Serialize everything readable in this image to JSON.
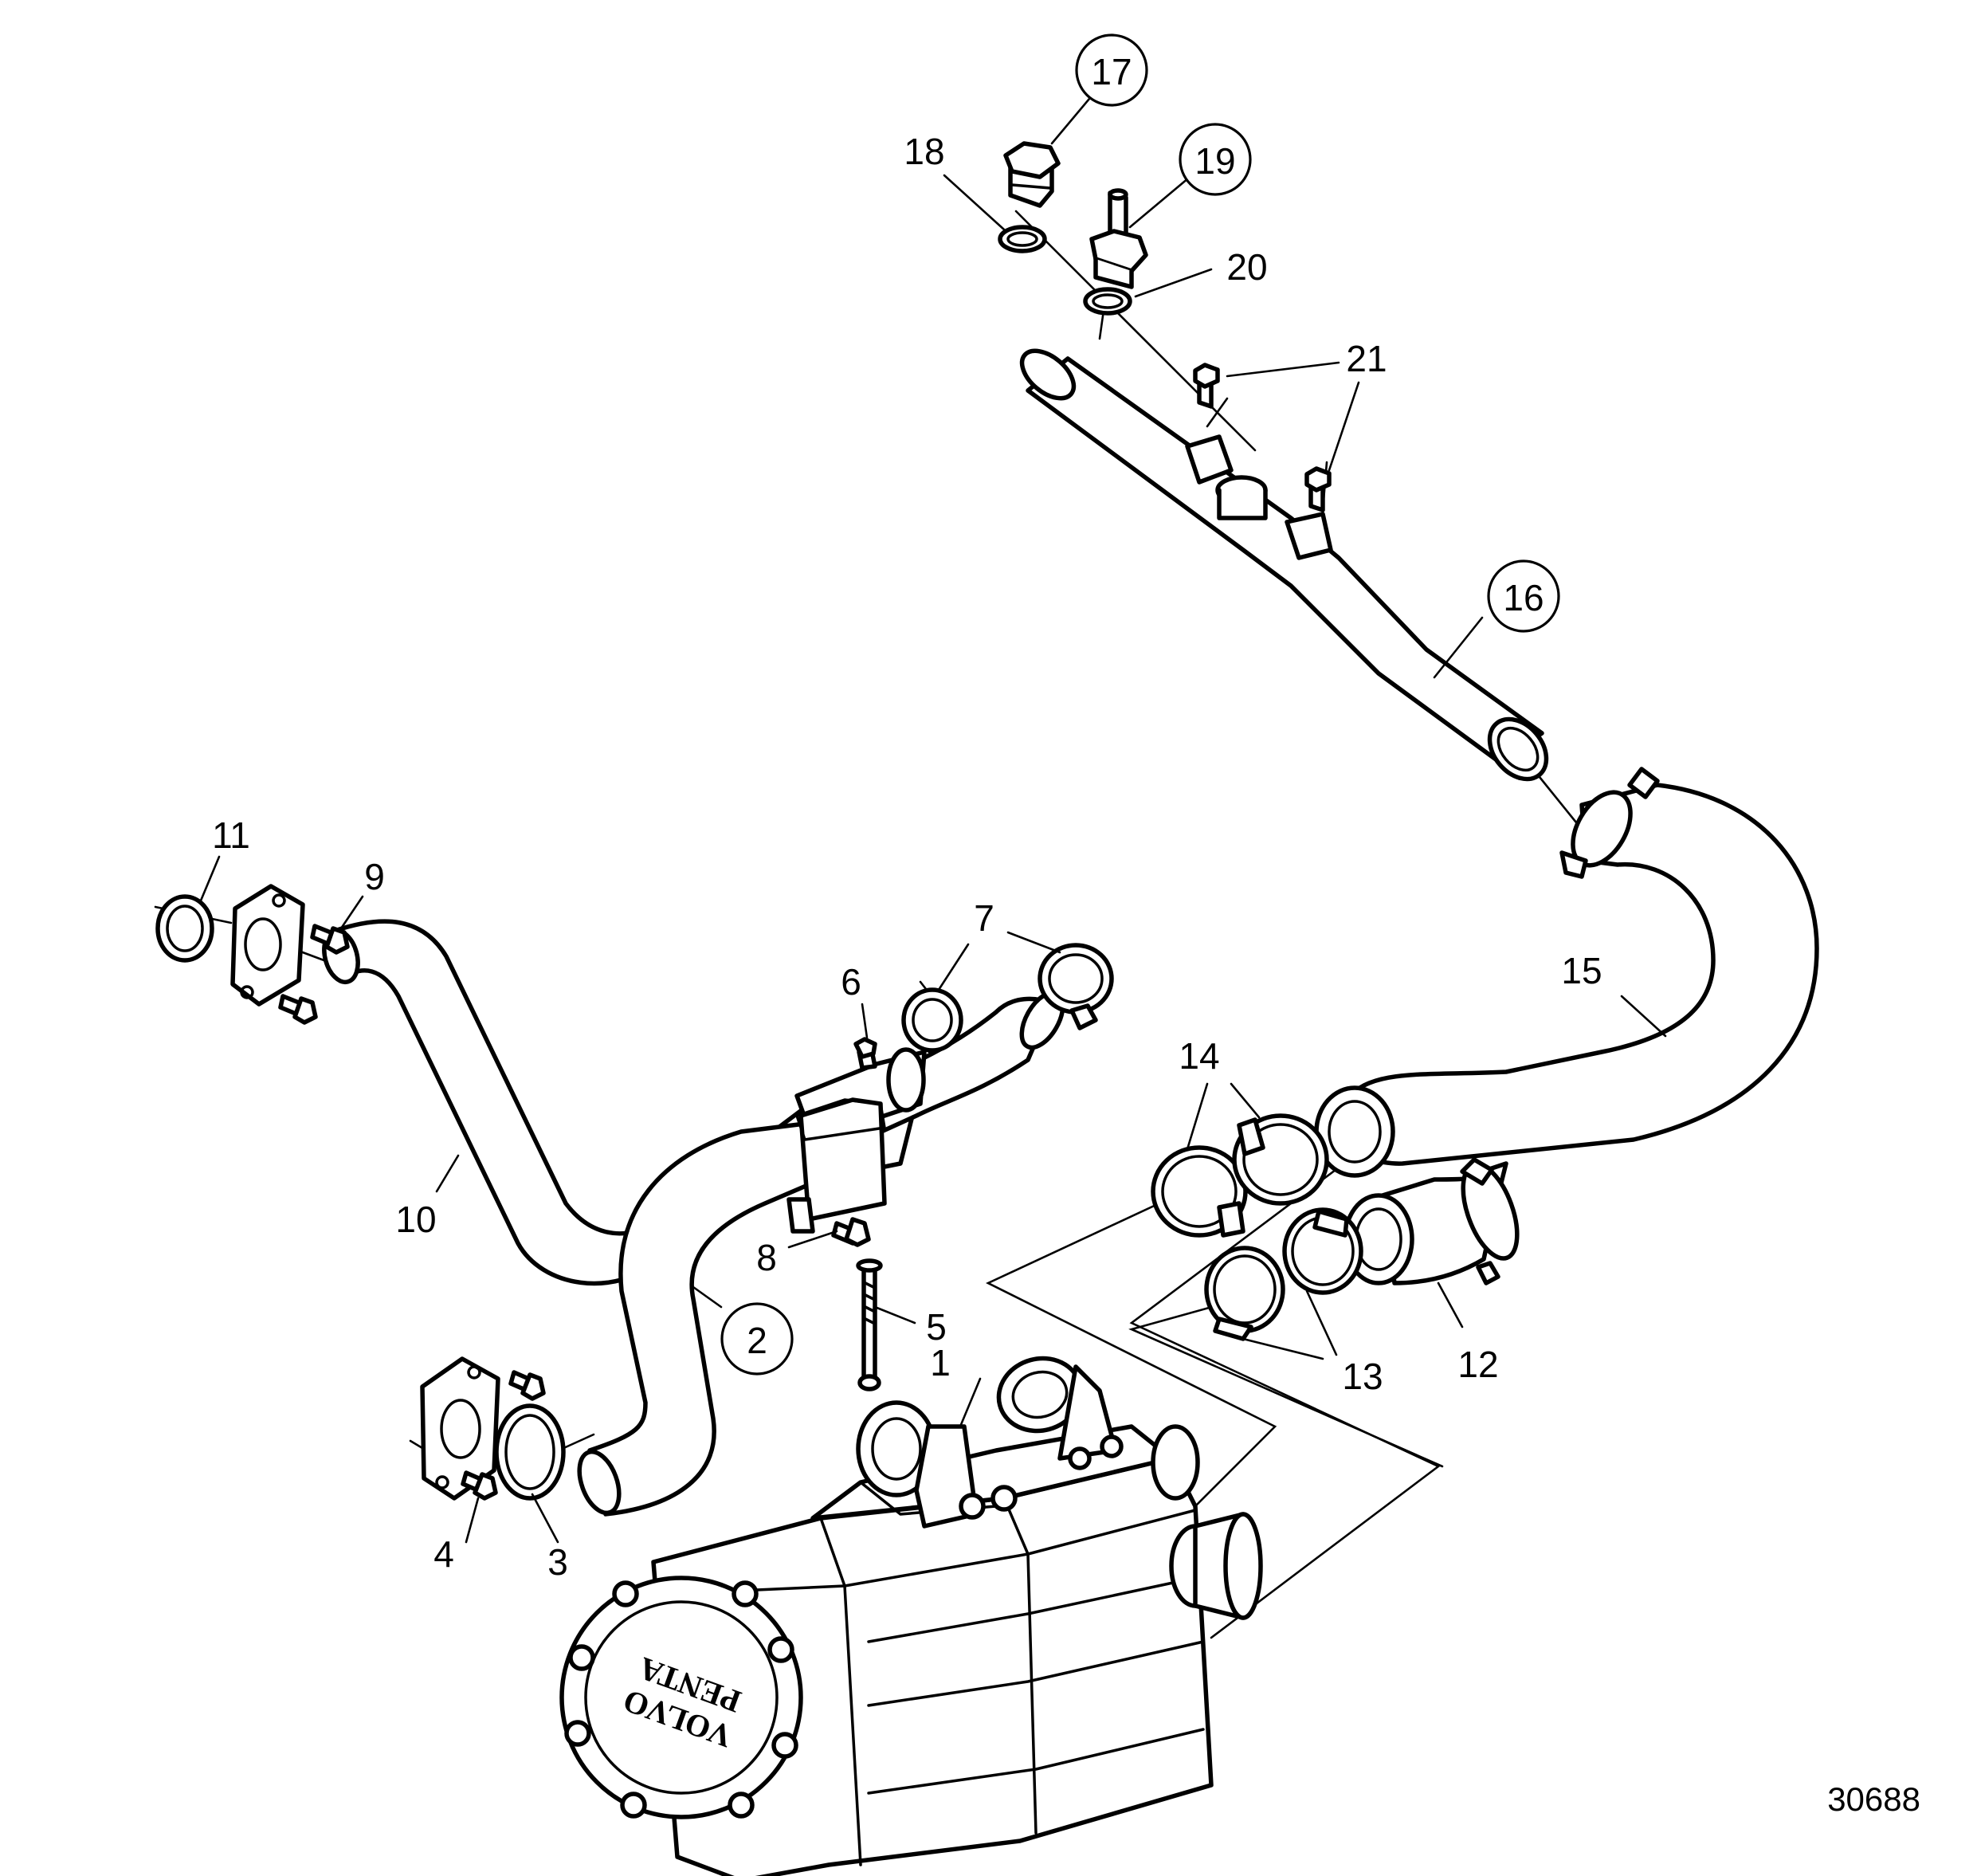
{
  "drawing_number": "30688",
  "logo": {
    "line1": "VOLVO",
    "line2": "PENTA"
  },
  "callouts": [
    {
      "id": "1",
      "label": "1",
      "circled": false
    },
    {
      "id": "2",
      "label": "2",
      "circled": true
    },
    {
      "id": "3",
      "label": "3",
      "circled": false
    },
    {
      "id": "4",
      "label": "4",
      "circled": false
    },
    {
      "id": "5",
      "label": "5",
      "circled": false
    },
    {
      "id": "6",
      "label": "6",
      "circled": false
    },
    {
      "id": "7",
      "label": "7",
      "circled": false
    },
    {
      "id": "8",
      "label": "8",
      "circled": false
    },
    {
      "id": "9",
      "label": "9",
      "circled": false
    },
    {
      "id": "10",
      "label": "10",
      "circled": false
    },
    {
      "id": "11",
      "label": "11",
      "circled": false
    },
    {
      "id": "12",
      "label": "12",
      "circled": false
    },
    {
      "id": "13",
      "label": "13",
      "circled": false
    },
    {
      "id": "14",
      "label": "14",
      "circled": false
    },
    {
      "id": "15",
      "label": "15",
      "circled": false
    },
    {
      "id": "16",
      "label": "16",
      "circled": true
    },
    {
      "id": "17",
      "label": "17",
      "circled": true
    },
    {
      "id": "18",
      "label": "18",
      "circled": false
    },
    {
      "id": "19",
      "label": "19",
      "circled": true
    },
    {
      "id": "20",
      "label": "20",
      "circled": false
    },
    {
      "id": "21",
      "label": "21",
      "circled": false
    }
  ]
}
